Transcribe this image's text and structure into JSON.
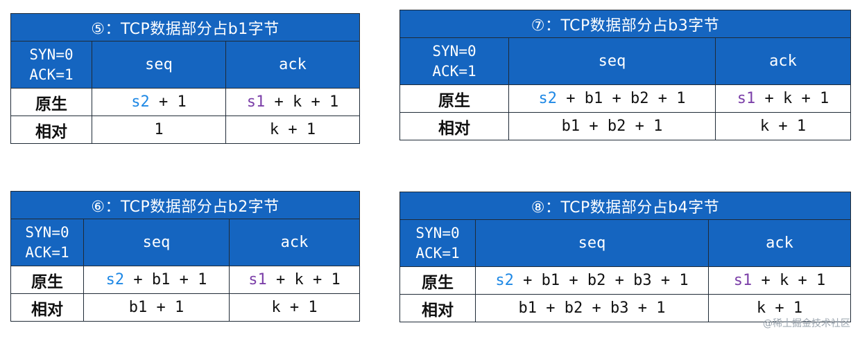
{
  "tables": [
    {
      "title": "⑤：TCP数据部分占b1字节",
      "flags": [
        "SYN=0",
        "ACK=1"
      ],
      "col_seq": "seq",
      "col_ack": "ack",
      "row1_label": "原生",
      "row1_seq_var": "s2",
      "row1_seq_rest": " + 1",
      "row1_ack_var": "s1",
      "row1_ack_rest": " + k + 1",
      "row2_label": "相对",
      "row2_seq": "1",
      "row2_ack": "k + 1"
    },
    {
      "title": "⑦：TCP数据部分占b3字节",
      "flags": [
        "SYN=0",
        "ACK=1"
      ],
      "col_seq": "seq",
      "col_ack": "ack",
      "row1_label": "原生",
      "row1_seq_var": "s2",
      "row1_seq_rest": " + b1 + b2 + 1",
      "row1_ack_var": "s1",
      "row1_ack_rest": " + k + 1",
      "row2_label": "相对",
      "row2_seq": "b1 + b2 + 1",
      "row2_ack": "k + 1"
    },
    {
      "title": "⑥：TCP数据部分占b2字节",
      "flags": [
        "SYN=0",
        "ACK=1"
      ],
      "col_seq": "seq",
      "col_ack": "ack",
      "row1_label": "原生",
      "row1_seq_var": "s2",
      "row1_seq_rest": " + b1 + 1",
      "row1_ack_var": "s1",
      "row1_ack_rest": " + k + 1",
      "row2_label": "相对",
      "row2_seq": "b1 + 1",
      "row2_ack": "k + 1"
    },
    {
      "title": "⑧：TCP数据部分占b4字节",
      "flags": [
        "SYN=0",
        "ACK=1"
      ],
      "col_seq": "seq",
      "col_ack": "ack",
      "row1_label": "原生",
      "row1_seq_var": "s2",
      "row1_seq_rest": " + b1 + b2 + b3 + 1",
      "row1_ack_var": "s1",
      "row1_ack_rest": " + k + 1",
      "row2_label": "相对",
      "row2_seq": "b1 + b2 + b3 + 1",
      "row2_ack": "k + 1"
    }
  ],
  "watermark": "@稀土掘金技术社区",
  "colors": {
    "header_blue": "#1565c0",
    "s2_blue": "#1e88e5",
    "s1_purple": "#7b3fa8"
  }
}
